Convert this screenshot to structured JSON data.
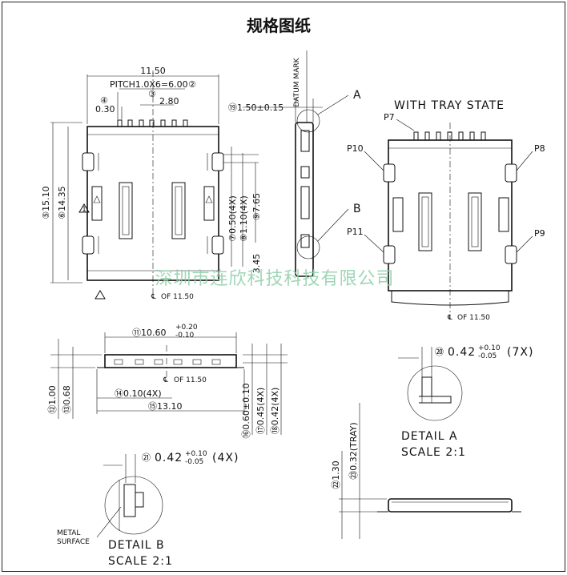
{
  "title": "规格图纸",
  "watermark": "深圳市连欣科技科技有限公司",
  "top_view": {
    "width_dim": "11.50",
    "pitch_label": "PITCH1.0X6=6.00",
    "pitch_circle": "②",
    "pin_pitch_circle": "④",
    "pin_width": "0.30",
    "center_span_circle": "③",
    "center_span": "2.80",
    "height_total": "15.10",
    "height_total_circle": "⑤",
    "height_body": "14.35",
    "height_body_circle": "⑥",
    "pin_width_4x": "0.50(4X)",
    "pin_width_4x_circle": "⑦",
    "pin_len_4x": "1.10(4X)",
    "pin_len_4x_circle": "⑧",
    "offset": "7.65",
    "offset_circle": "⑨",
    "bottom_offset": "3.45",
    "cl_label": "OF 11.50",
    "triangle_mark": "1"
  },
  "side_view": {
    "datum": "DATUM MARK",
    "thickness": "1.50±0.15",
    "thickness_circle": "⑲",
    "detail_a": "A",
    "detail_b": "B"
  },
  "tray_view": {
    "heading": "WITH TRAY STATE",
    "p7": "P7",
    "p8": "P8",
    "p9": "P9",
    "p10": "P10",
    "p11": "P11",
    "cl_label": "OF 11.50"
  },
  "front_view": {
    "width_circle": "⑪",
    "width": "10.60",
    "tol_up": "+0.20",
    "tol_dn": "-0.10",
    "cl_label": "OF 11.50",
    "h_total": "1.00",
    "h_total_circle": "⑫",
    "h_body": "0.68",
    "h_body_circle": "⑬",
    "pin_w": "0.10(4X)",
    "pin_w_circle": "⑭",
    "base_w": "13.10",
    "base_w_circle": "⑮",
    "d1": "0.60±0.10",
    "d1_circle": "⑯",
    "d2": "0.45(4X)",
    "d2_circle": "⑰",
    "d3": "0.42(4X)",
    "d3_circle": "⑱"
  },
  "detail_a": {
    "dim_circle": "⑳",
    "dim": "0.42",
    "tol_up": "+0.10",
    "tol_dn": "-0.05",
    "mult": "(7X)",
    "name": "DETAIL A",
    "scale": "SCALE 2:1"
  },
  "detail_b": {
    "dim_circle": "㉑",
    "dim": "0.42",
    "tol_up": "+0.10",
    "tol_dn": "-0.05",
    "mult": "(4X)",
    "name": "DETAIL B",
    "scale": "SCALE 2:1",
    "metal1": "METAL",
    "metal2": "SURFACE"
  },
  "tray_side": {
    "h1": "1.30",
    "h1_circle": "㉒",
    "h2": "0.32(TRAY)",
    "h2_circle": "㉓"
  }
}
